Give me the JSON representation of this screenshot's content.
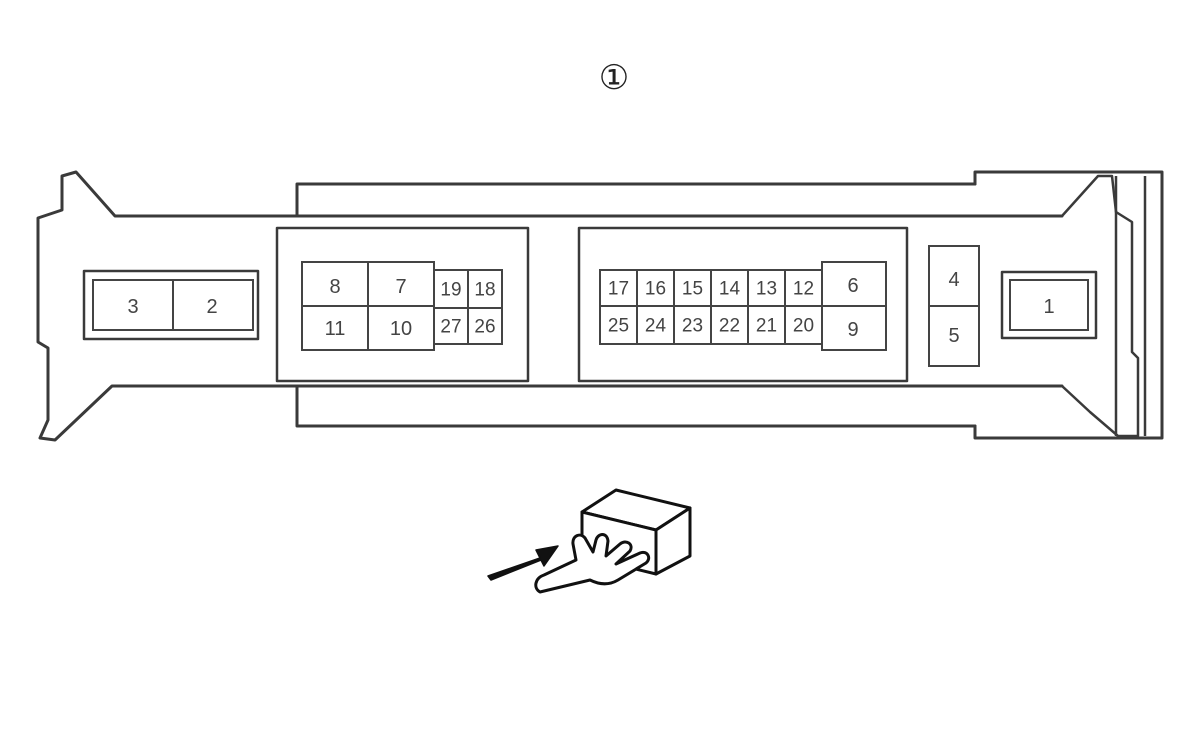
{
  "title": "①",
  "blocks": {
    "left": {
      "pins": [
        "3",
        "2"
      ]
    },
    "group_a": {
      "large": [
        "8",
        "7",
        "11",
        "10"
      ],
      "small": [
        "19",
        "18",
        "27",
        "26"
      ]
    },
    "group_b": {
      "top_row": [
        "17",
        "16",
        "15",
        "14",
        "13",
        "12"
      ],
      "bottom_row": [
        "25",
        "24",
        "23",
        "22",
        "21",
        "20"
      ],
      "large": [
        "6",
        "9"
      ]
    },
    "middle": {
      "pins": [
        "4",
        "5"
      ]
    },
    "right": {
      "pins": [
        "1"
      ]
    }
  },
  "icons": {
    "view_direction": "hand-pushing-connector-icon"
  }
}
